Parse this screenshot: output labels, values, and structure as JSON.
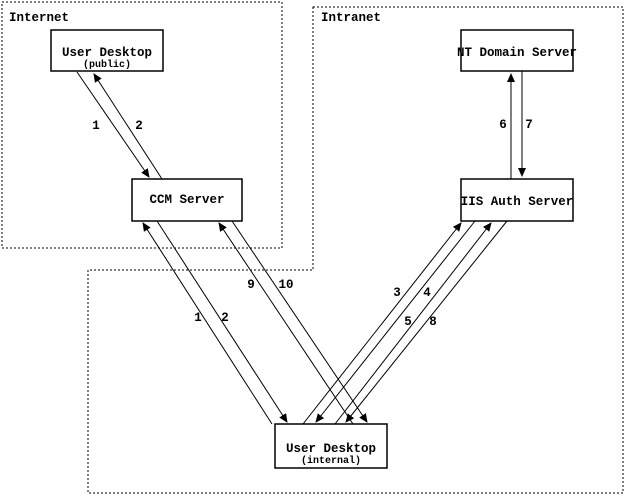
{
  "diagram": {
    "background_color": "#ffffff",
    "line_color": "#000000",
    "zones": [
      {
        "label": "Internet"
      },
      {
        "label": "Intranet"
      }
    ],
    "nodes": [
      {
        "title": "User Desktop",
        "subtitle": "(public)",
        "zone": "Internet"
      },
      {
        "title": "CCM Server",
        "zone": "Internet"
      },
      {
        "title": "NT Domain Server",
        "zone": "Intranet"
      },
      {
        "title": "IIS Auth Server",
        "zone": "Intranet"
      },
      {
        "title": "User Desktop",
        "subtitle": "(internal)",
        "zone": "Intranet"
      }
    ],
    "edges": [
      {
        "label": "1",
        "from": "User Desktop (public)",
        "to": "CCM Server"
      },
      {
        "label": "2",
        "from": "CCM Server",
        "to": "User Desktop (public)"
      },
      {
        "label": "1",
        "from": "User Desktop (internal)",
        "to": "CCM Server"
      },
      {
        "label": "2",
        "from": "CCM Server",
        "to": "User Desktop (internal)"
      },
      {
        "label": "9",
        "from": "User Desktop (internal)",
        "to": "CCM Server"
      },
      {
        "label": "10",
        "from": "CCM Server",
        "to": "User Desktop (internal)"
      },
      {
        "label": "3",
        "from": "User Desktop (internal)",
        "to": "IIS Auth Server"
      },
      {
        "label": "4",
        "from": "IIS Auth Server",
        "to": "User Desktop (internal)"
      },
      {
        "label": "5",
        "from": "User Desktop (internal)",
        "to": "IIS Auth Server"
      },
      {
        "label": "8",
        "from": "IIS Auth Server",
        "to": "User Desktop (internal)"
      },
      {
        "label": "6",
        "from": "IIS Auth Server",
        "to": "NT Domain Server"
      },
      {
        "label": "7",
        "from": "NT Domain Server",
        "to": "IIS Auth Server"
      }
    ]
  }
}
